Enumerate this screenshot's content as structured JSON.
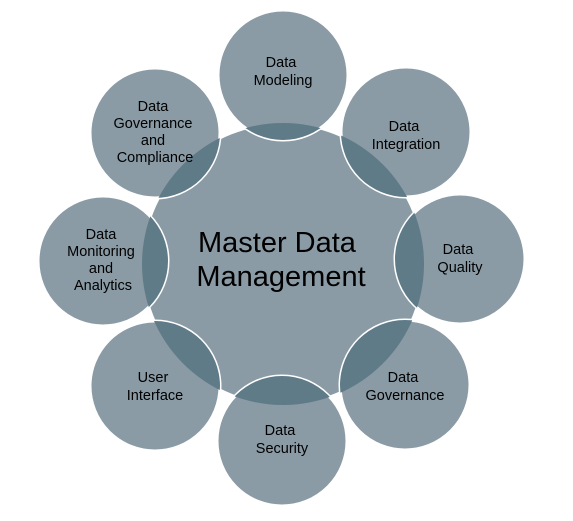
{
  "diagram": {
    "center": {
      "label_lines": [
        "Master Data",
        "Management"
      ]
    },
    "nodes": [
      {
        "id": "data-modeling",
        "label_lines": [
          "Data",
          "Modeling"
        ]
      },
      {
        "id": "data-integration",
        "label_lines": [
          "Data",
          "Integration"
        ]
      },
      {
        "id": "data-quality",
        "label_lines": [
          "Data",
          "Quality"
        ]
      },
      {
        "id": "data-governance",
        "label_lines": [
          "Data",
          "Governance"
        ]
      },
      {
        "id": "data-security",
        "label_lines": [
          "Data",
          "Security"
        ]
      },
      {
        "id": "user-interface",
        "label_lines": [
          "User",
          "Interface"
        ]
      },
      {
        "id": "data-monitoring-and-analytics",
        "label_lines": [
          "Data",
          "Monitoring",
          "and",
          "Analytics"
        ]
      },
      {
        "id": "data-governance-and-compliance",
        "label_lines": [
          "Data",
          "Governance",
          "and",
          "Compliance"
        ]
      }
    ],
    "colors": {
      "circle_fill": "#8a9ba5",
      "overlap_fill": "#5f7b88",
      "stroke": "#ffffff",
      "text": "#000000"
    }
  }
}
